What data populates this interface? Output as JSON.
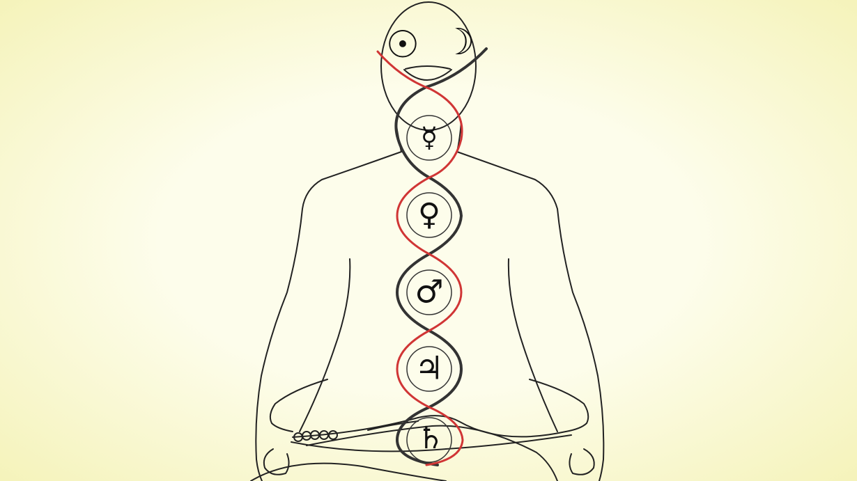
{
  "colors": {
    "background_center": "#fdfdeb",
    "background_edge": "#f5f3bb",
    "body_outline": "#222222",
    "glyph_ink": "#111111",
    "dark_strand": "#333333",
    "red_strand": "#d03535",
    "ring_stroke": "#333333"
  },
  "symbols": {
    "sun": {
      "name": "sun-symbol",
      "glyph": "☉"
    },
    "moon": {
      "name": "moon-symbol",
      "glyph": "☽"
    },
    "mercury": {
      "name": "mercury-symbol",
      "glyph": "☿"
    },
    "venus": {
      "name": "venus-symbol",
      "glyph": "♀"
    },
    "mars": {
      "name": "mars-symbol",
      "glyph": "♂"
    },
    "jupiter": {
      "name": "jupiter-symbol",
      "glyph": "♃"
    },
    "saturn": {
      "name": "saturn-symbol",
      "glyph": "♄"
    }
  }
}
